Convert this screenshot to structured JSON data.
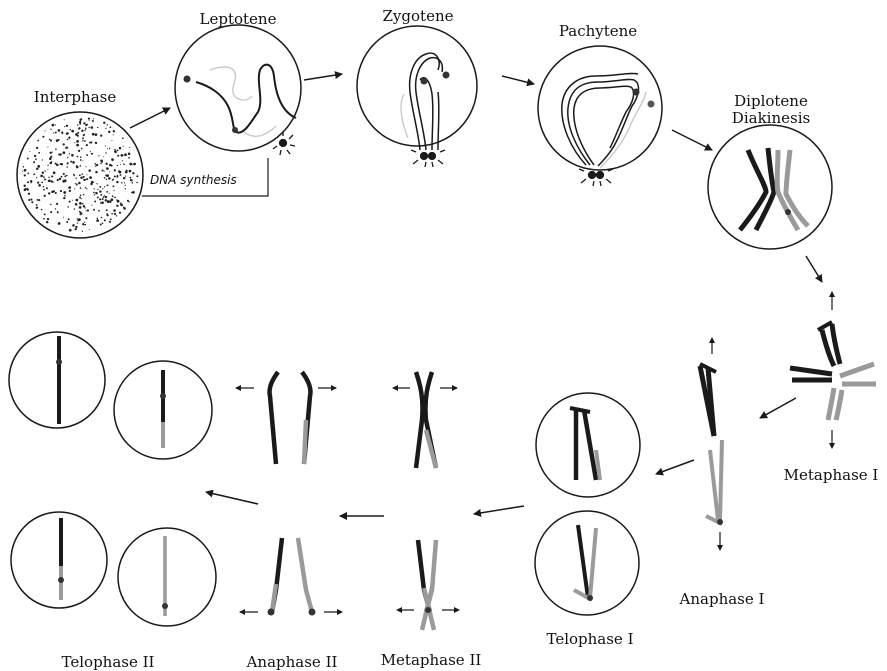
{
  "stages": {
    "interphase": "Interphase",
    "leptotene": "Leptotene",
    "zygotene": "Zygotene",
    "pachytene": "Pachytene",
    "diplotene": "Diplotene",
    "diakinesis": "Diakinesis",
    "metaphase_1": "Metaphase I",
    "anaphase_1": "Anaphase I",
    "telophase_1": "Telophase I",
    "metaphase_2": "Metaphase II",
    "anaphase_2": "Anaphase II",
    "telophase_2": "Telophase II"
  },
  "annotation": {
    "dna_synthesis": "DNA synthesis"
  },
  "colors": {
    "ink": "#1a1a1a",
    "light_chromatid": "#9a9a9a"
  }
}
